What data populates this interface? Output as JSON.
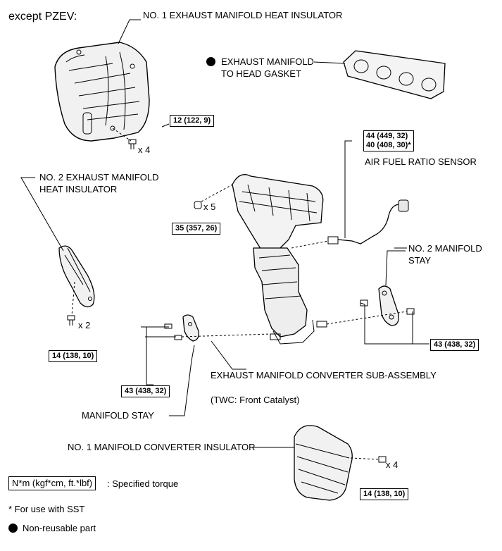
{
  "header": {
    "variant": "except PZEV:"
  },
  "labels": {
    "heat_insulator_1": "NO. 1 EXHAUST MANIFOLD HEAT INSULATOR",
    "gasket_line1": "EXHAUST MANIFOLD",
    "gasket_line2": "TO HEAD GASKET",
    "heat_insulator_2_line1": "NO. 2 EXHAUST MANIFOLD",
    "heat_insulator_2_line2": "HEAT INSULATOR",
    "af_sensor": "AIR FUEL RATIO SENSOR",
    "stay_2_line1": "NO. 2 MANIFOLD",
    "stay_2_line2": "STAY",
    "converter_assy": "EXHAUST MANIFOLD CONVERTER SUB-ASSEMBLY",
    "twc": "(TWC: Front Catalyst)",
    "manifold_stay": "MANIFOLD STAY",
    "converter_insulator_1": "NO. 1 MANIFOLD CONVERTER INSULATOR"
  },
  "quantities": {
    "insulator1_bolts": "x 4",
    "manifold_nuts": "x 5",
    "insulator2_bolts": "x 2",
    "converter_insulator_bolts": "x 4"
  },
  "torques": {
    "insulator1": "12 (122, 9)",
    "af_sensor_line1": "44 (449, 32)",
    "af_sensor_line2": "40 (408, 30)*",
    "manifold_nuts": "35 (357, 26)",
    "insulator2": "14 (138, 10)",
    "stay_2": "43 (438, 32)",
    "manifold_stay": "43 (438, 32)",
    "converter_insulator": "14 (138, 10)"
  },
  "legend": {
    "torque_unit": "N*m (kgf*cm, ft.*lbf)",
    "torque_desc": ": Specified torque",
    "sst_note": "* For use with SST",
    "non_reusable": "Non-reusable part"
  },
  "icons": {
    "non_reusable_marker": "filled-black-circle"
  }
}
